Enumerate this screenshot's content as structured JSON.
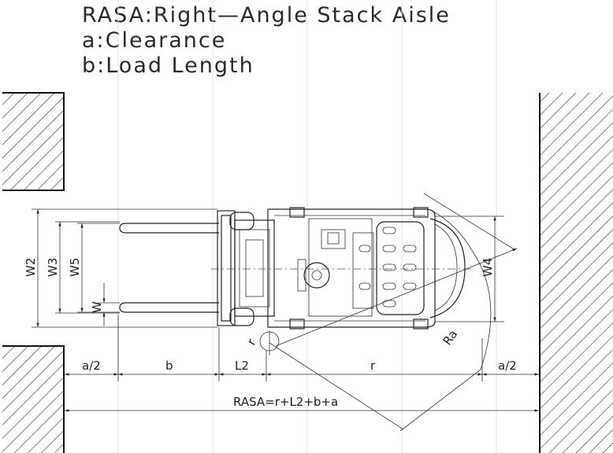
{
  "legend": {
    "line1": "RASA:Right—Angle Stack Aisle",
    "line2": "a:Clearance",
    "line3": "b:Load Length"
  },
  "dimensions": {
    "w2": "W2",
    "w3": "W3",
    "w5": "W5",
    "w": "W",
    "w4": "W4",
    "ra": "Ra",
    "r_small": "r",
    "a_half_left": "a/2",
    "b": "b",
    "l2": "L2",
    "r": "r",
    "a_half_right": "a/2",
    "rasa_formula": "RASA=r+L2+b+a"
  }
}
